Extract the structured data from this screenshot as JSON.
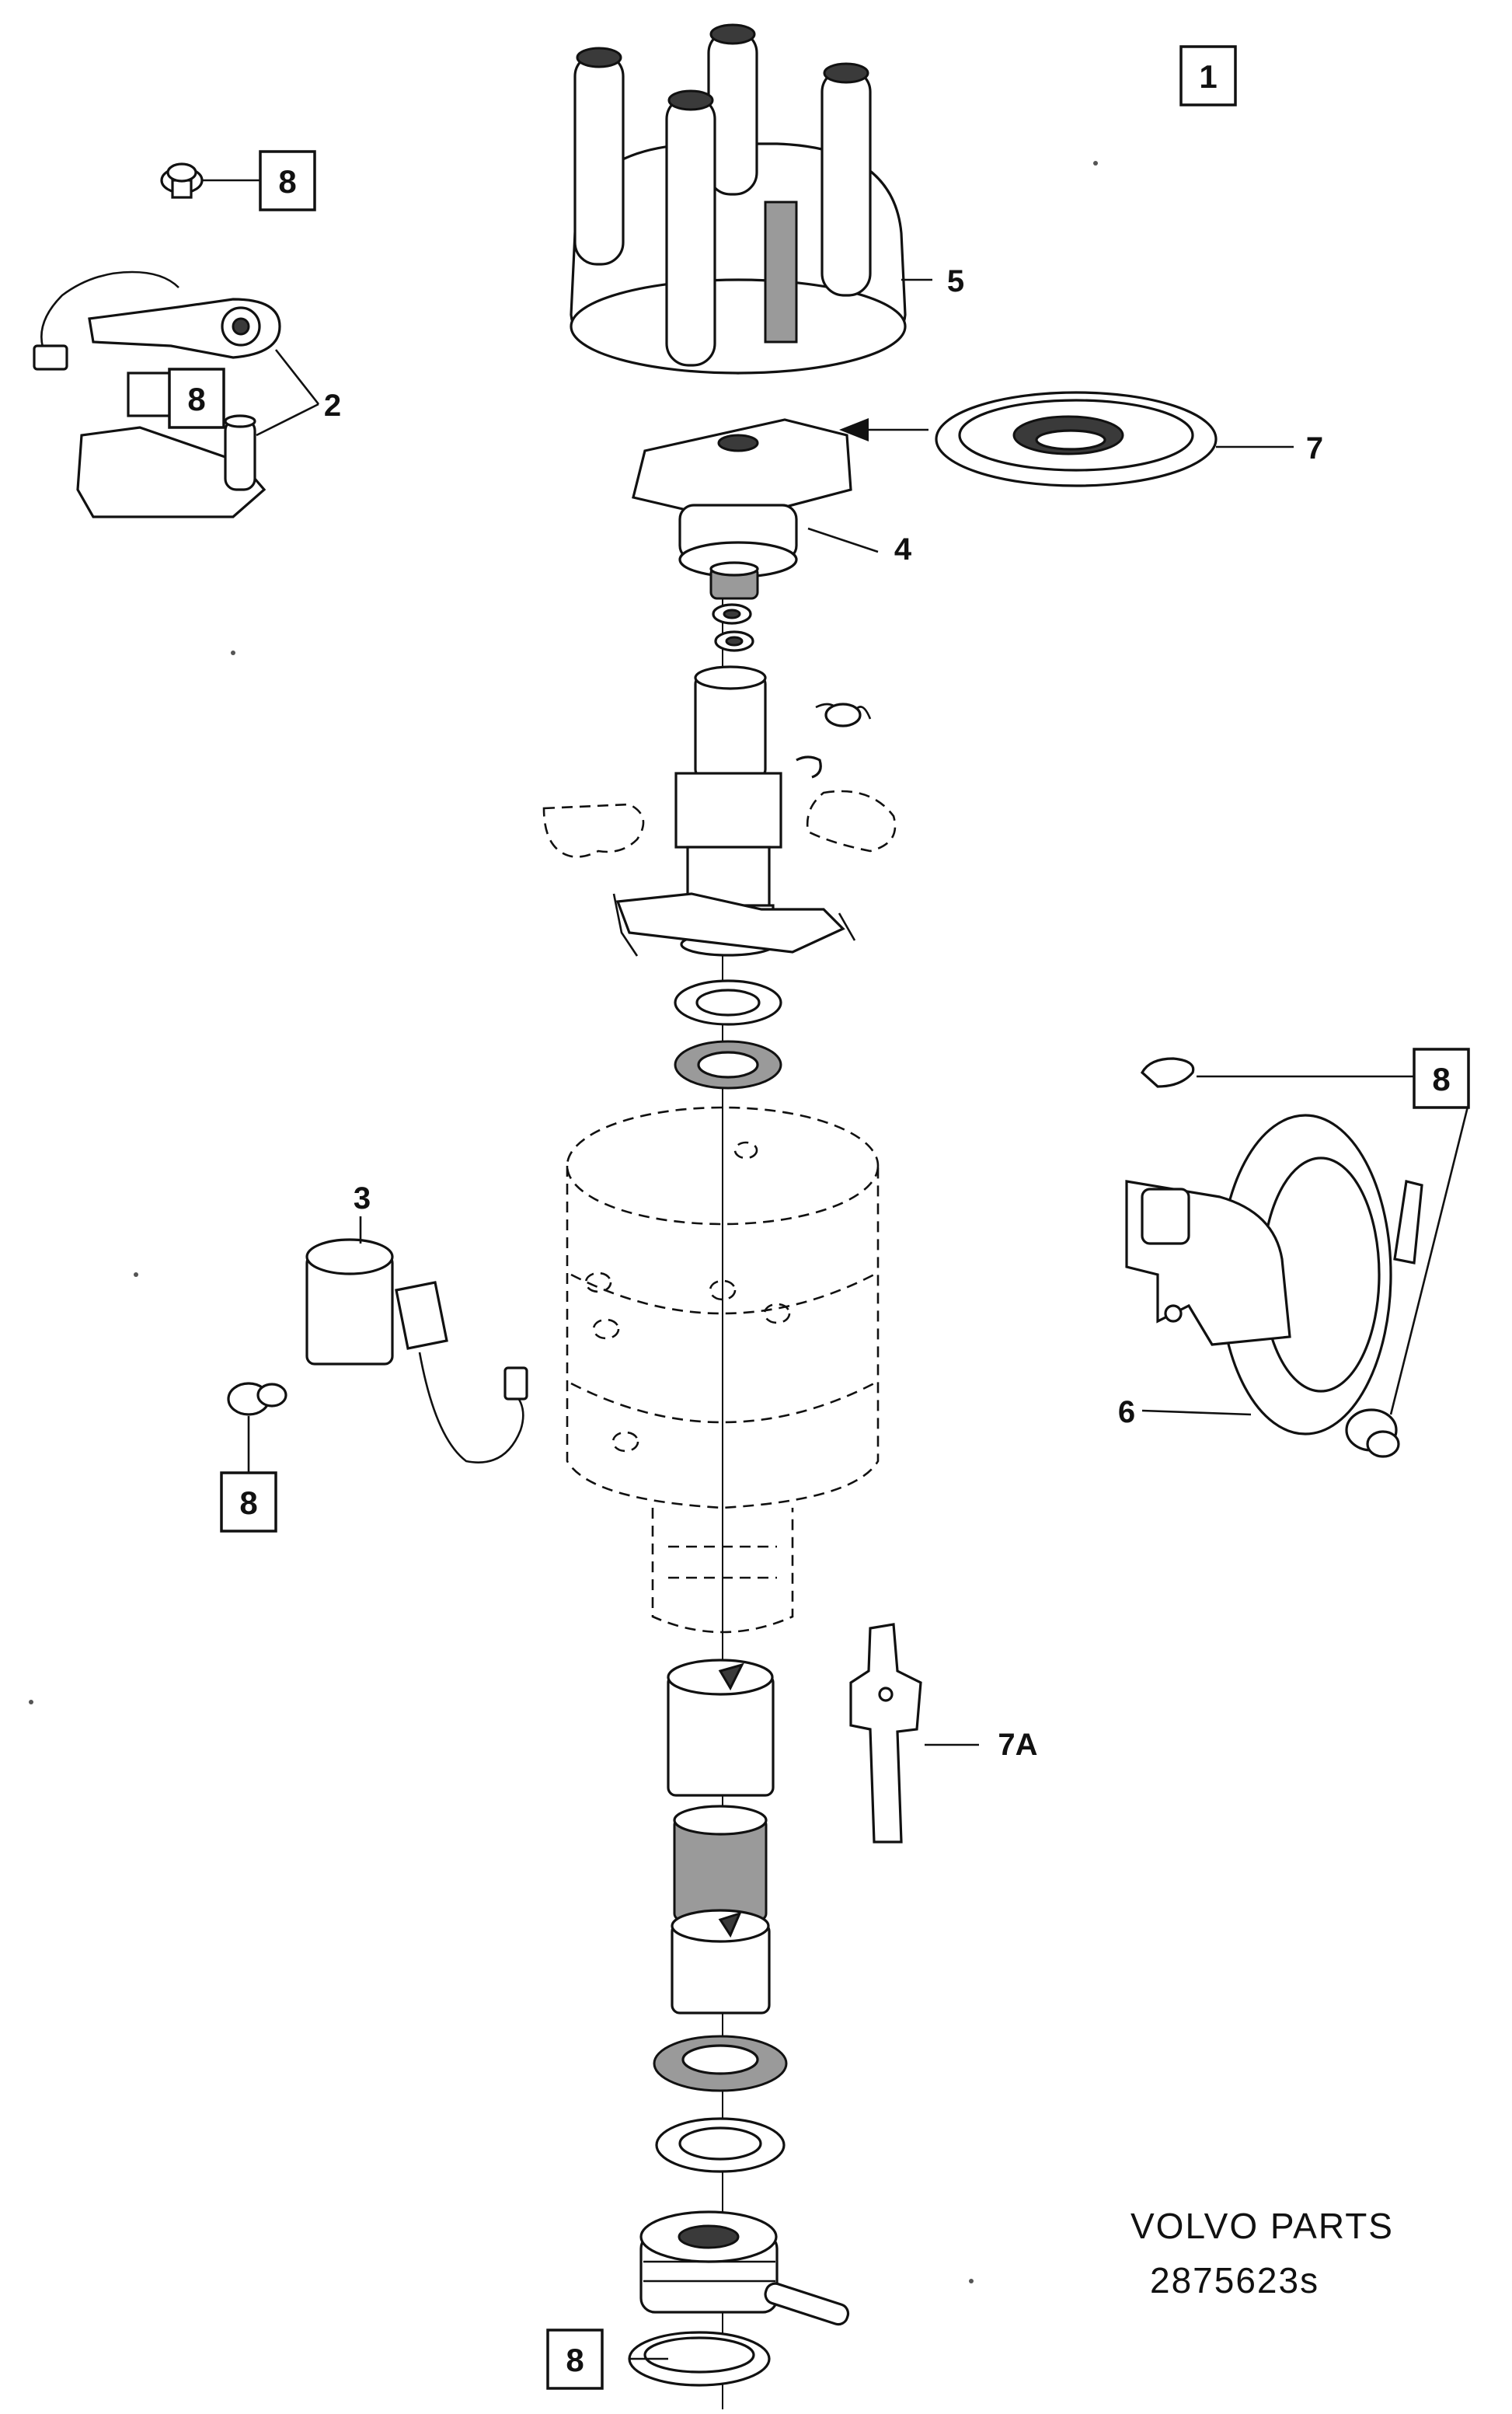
{
  "callouts": {
    "group_number": "1",
    "distributor_cap": "5",
    "rotor": "4",
    "dust_shield": "7",
    "contact_breaker_set": "2",
    "condenser": "3",
    "vacuum_unit": "6",
    "drive_dog": "7A",
    "screw_kit_a": "8",
    "screw_kit_b": "8",
    "screw_kit_c": "8",
    "screw_kit_d": "8",
    "screw_kit_e": "8"
  },
  "footer": {
    "brand": "VOLVO PARTS",
    "drawing_number": "2875623s"
  }
}
